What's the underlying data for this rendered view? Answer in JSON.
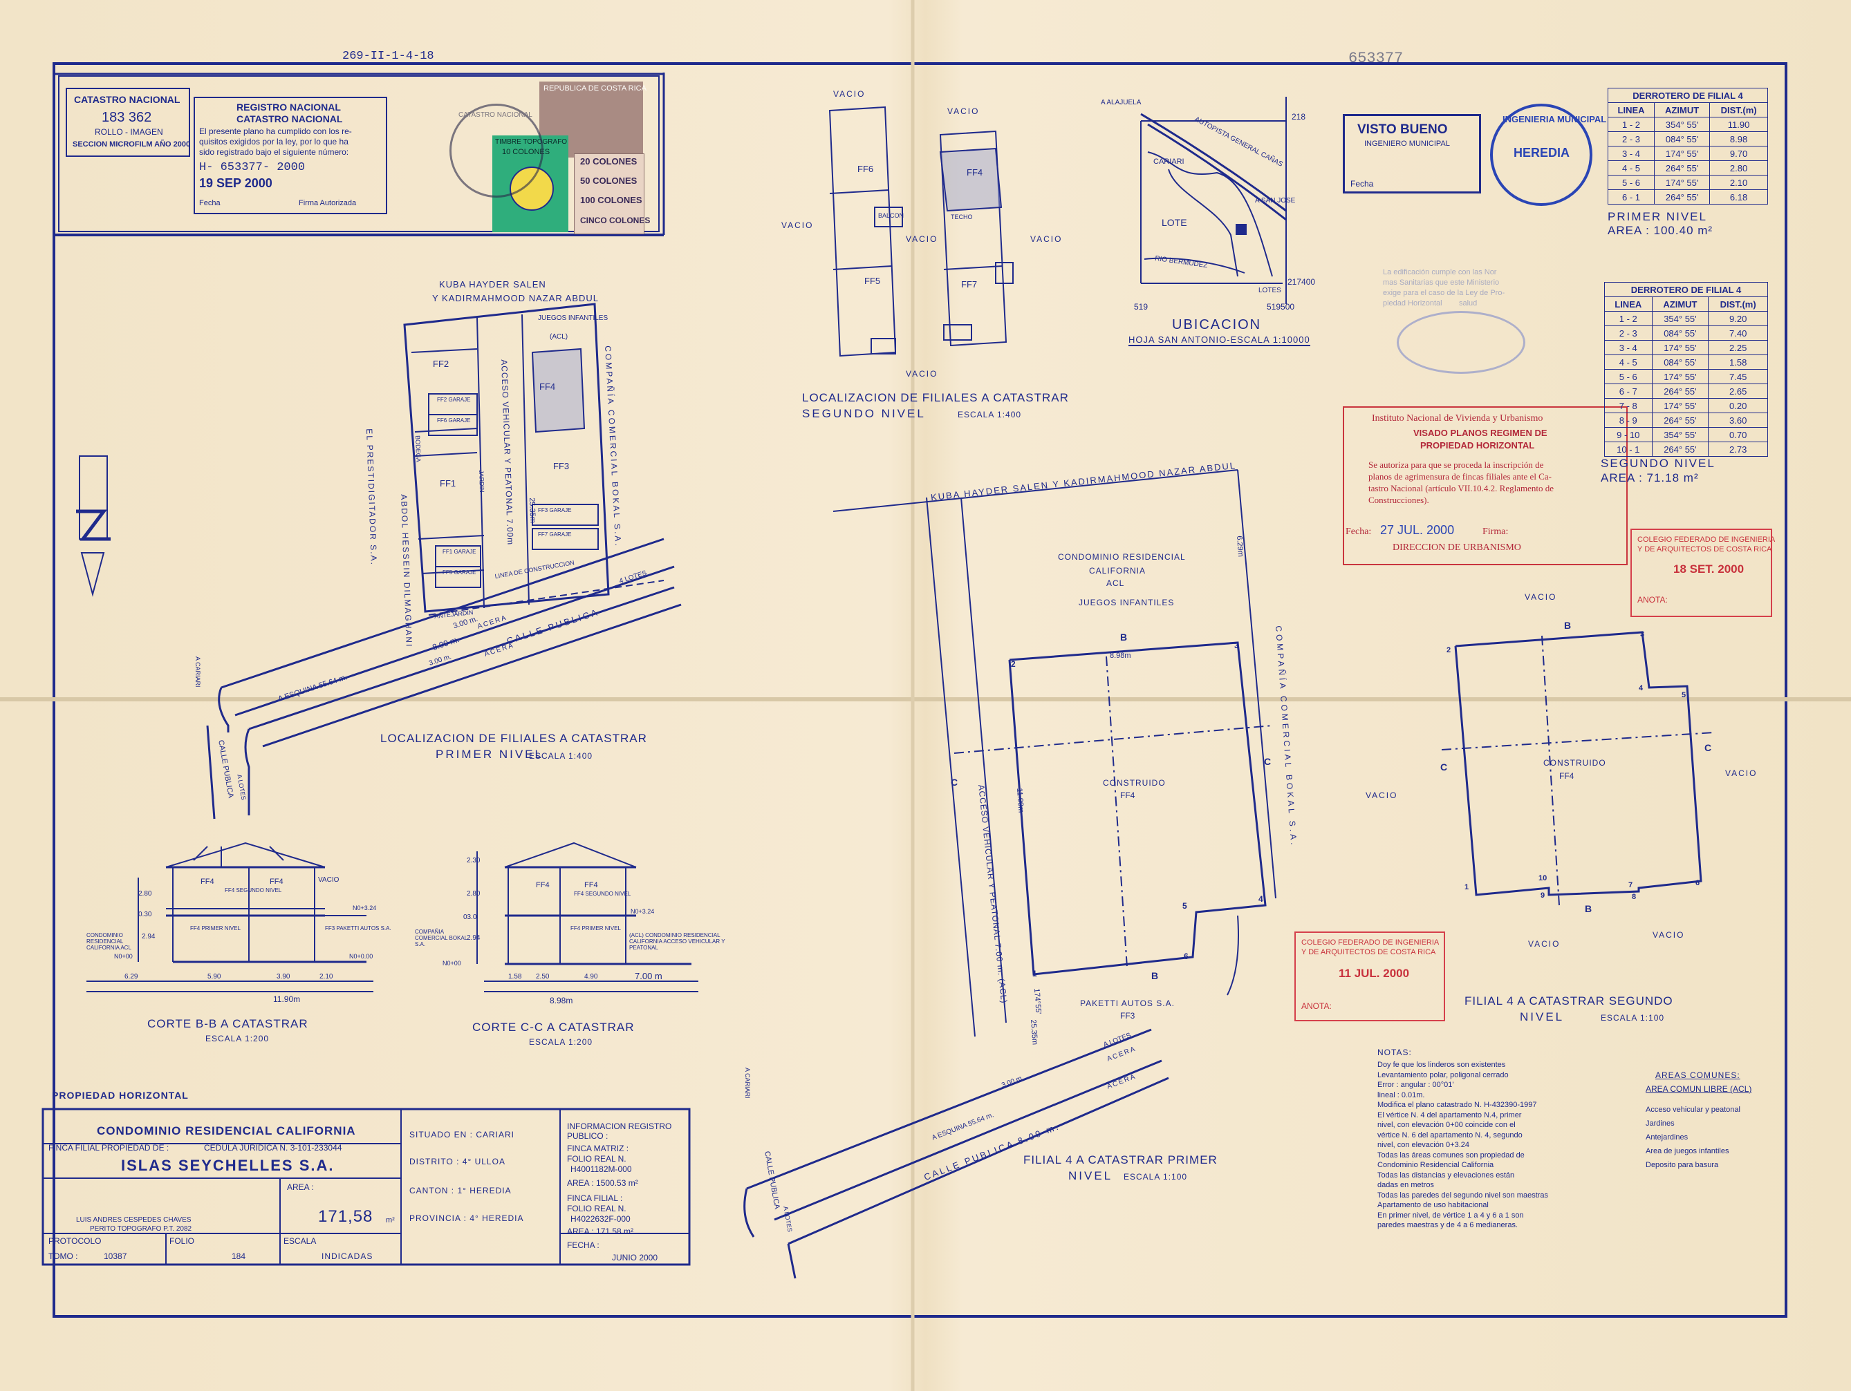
{
  "header": {
    "plan_ref": "269-II-1-4-18",
    "plan_number": "653377"
  },
  "stamps": {
    "catastro_nacional": {
      "title": "CATASTRO NACIONAL",
      "number": "183 362",
      "line1": "ROLLO - IMAGEN",
      "line2": "SECCION MICROFILM AÑO 2000"
    },
    "registro": {
      "title1": "REGISTRO NACIONAL",
      "title2": "CATASTRO NACIONAL",
      "text1": "El presente plano ha cumplido con los re-",
      "text2": "quisitos exigidos por la ley, por lo que ha",
      "text3": "sido registrado bajo el siguiente número:",
      "number": "H- 653377- 2000",
      "date": "19 SEP 2000",
      "fecha_label": "Fecha",
      "firma_label": "Firma Autorizada"
    },
    "fiscal": {
      "country": "REPUBLICA DE COSTA RICA",
      "values": [
        "20 COLONES",
        "50 COLONES",
        "100 COLONES",
        "CINCO COLONES"
      ],
      "timbre": "TIMBRE TOPOGRAFO",
      "timbre_value": "10 COLONES",
      "round": "CATASTRO NACIONAL"
    },
    "visto_bueno": {
      "title": "VISTO BUENO",
      "sub": "INGENIERO MUNICIPAL",
      "fecha": "Fecha"
    },
    "ingenieria": {
      "outer": "INGENIERIA MUNICIPAL",
      "center": "HEREDIA"
    },
    "sanitaria": {
      "line1": "La edificación cumple con las Nor",
      "line2": "mas Sanitarias que este Ministerio",
      "line3": "exige para el caso de la Ley de Pro-",
      "line4": "piedad Horizontal",
      "line5": "salud"
    },
    "invu": {
      "line1": "Instituto Nacional de Vivienda y Urbanismo",
      "line2": "VISADO PLANOS REGIMEN DE",
      "line3": "PROPIEDAD HORIZONTAL",
      "line4": "Se autoriza para que se proceda la inscripción de",
      "line5": "planos de agrimensura de fincas filiales ante el Ca-",
      "line6": "tastro Nacional (artículo VII.10.4.2. Reglamento de",
      "line7": "Construcciones).",
      "fecha_label": "Fecha:",
      "fecha": "27 JUL. 2000",
      "firma_label": "Firma:",
      "dir": "DIRECCION DE URBANISMO"
    },
    "colegio1": {
      "line1": "COLEGIO FEDERADO DE INGENIERIA",
      "line2": "Y DE ARQUITECTOS DE COSTA RICA",
      "date": "18 SET. 2000",
      "anota": "ANOTA:"
    },
    "colegio2": {
      "line1": "COLEGIO FEDERADO DE INGENIERIA",
      "line2": "Y DE ARQUITECTOS DE COSTA RICA",
      "date": "11 JUL. 2000",
      "anota": "ANOTA:"
    }
  },
  "derrotero1": {
    "title": "DERROTERO DE FILIAL 4",
    "headers": [
      "LINEA",
      "AZIMUT",
      "DIST.(m)"
    ],
    "rows": [
      [
        "1 - 2",
        "354° 55'",
        "11.90"
      ],
      [
        "2 - 3",
        "084° 55'",
        "8.98"
      ],
      [
        "3 - 4",
        "174° 55'",
        "9.70"
      ],
      [
        "4 - 5",
        "264° 55'",
        "2.80"
      ],
      [
        "5 - 6",
        "174° 55'",
        "2.10"
      ],
      [
        "6 - 1",
        "264° 55'",
        "6.18"
      ]
    ],
    "level": "PRIMER NIVEL",
    "area": "AREA : 100.40 m²"
  },
  "derrotero2": {
    "title": "DERROTERO DE FILIAL 4",
    "headers": [
      "LINEA",
      "AZIMUT",
      "DIST.(m)"
    ],
    "rows": [
      [
        "1 - 2",
        "354° 55'",
        "9.20"
      ],
      [
        "2 - 3",
        "084° 55'",
        "7.40"
      ],
      [
        "3 - 4",
        "174° 55'",
        "2.25"
      ],
      [
        "4 - 5",
        "084° 55'",
        "1.58"
      ],
      [
        "5 - 6",
        "174° 55'",
        "7.45"
      ],
      [
        "6 - 7",
        "264° 55'",
        "2.65"
      ],
      [
        "7 - 8",
        "174° 55'",
        "0.20"
      ],
      [
        "8 - 9",
        "264° 55'",
        "3.60"
      ],
      [
        "9 - 10",
        "354° 55'",
        "0.70"
      ],
      [
        "10 - 1",
        "264° 55'",
        "2.73"
      ]
    ],
    "level": "SEGUNDO NIVEL",
    "area": "AREA : 71.18 m²"
  },
  "ubicacion": {
    "title": "UBICACION",
    "sub": "HOJA SAN ANTONIO-ESCALA 1:10000",
    "road": "AUTOPISTA GENERAL CAÑAS",
    "to1": "A ALAJUELA",
    "to2": "A SAN JOSE",
    "city": "CARIARI",
    "lote": "LOTE",
    "river": "RIO BERMUDEZ",
    "lotes": "LOTES",
    "c1": "218",
    "c2": "217400",
    "c3": "519",
    "c4": "519500"
  },
  "loc2": {
    "title": "LOCALIZACION DE FILIALES A CATASTRAR",
    "level": "SEGUNDO NIVEL",
    "scale": "ESCALA 1:400",
    "vacio": "VACIO",
    "ff6": "FF6",
    "ff4": "FF4",
    "ff5": "FF5",
    "ff7": "FF7",
    "balcon": "BALCON",
    "techo": "TECHO",
    "vacio2": "VACIO"
  },
  "loc1": {
    "title": "LOCALIZACION DE FILIALES A CATASTRAR",
    "level": "PRIMER NIVEL",
    "scale": "ESCALA 1:400",
    "owner1": "KUBA HAYDER SALEN",
    "owner2": "Y  KADIRMAHMOOD NAZAR ABDUL",
    "juegos": "JUEGOS INFANTILES",
    "acl": "(ACL)",
    "left1": "EL PRESTIDIGITADOR S.A.",
    "left2": "ABDOL HESSEIN DILMAGHANI",
    "right": "COMPAÑÍA COMERCIAL BOKAL S.A.",
    "access": "ACCESO VEHICULAR Y PEATONAL 7.00m",
    "calle": "CALLE PUBLICA",
    "acera": "ACERA",
    "esquina": "A ESQUINA 55.64 m.",
    "lotes": "4 LOTES",
    "cariari": "A CARIARI",
    "calle2": "CALLE PUBLICA",
    "lotes2": "A LOTES",
    "ff": [
      "FF2",
      "FF1",
      "FF3",
      "FF4",
      "FF2 GARAJE",
      "FF6 GARAJE",
      "FF1 GARAJE",
      "FF5 GARAJE",
      "FF3 GARAJE",
      "FF7 GARAJE"
    ],
    "jardin": "JARDIN",
    "bodega": "BODEGA",
    "antejardin": "ANTEJARDIN",
    "linea": "LINEA DE CONSTRUCCION",
    "d1": "3.00 m.",
    "d2": "8.00 m.",
    "d3": "25.35m"
  },
  "cortes": {
    "bb": {
      "title": "CORTE B-B  A CATASTRAR",
      "scale": "ESCALA 1:200",
      "dims": [
        "6.29",
        "5.90",
        "3.90",
        "2.10"
      ],
      "total": "11.90m",
      "heights": [
        "2.80",
        "0.30",
        "2.94"
      ],
      "labels": [
        "FF4",
        "FF4 SEGUNDO NIVEL",
        "FF4 PRIMER NIVEL",
        "FF3 PAKETTI AUTOS S.A.",
        "CONDOMINIO RESIDENCIAL CALIFORNIA ACL",
        "VACIO",
        "N0+3.24",
        "N0+0.00",
        "N0+00"
      ]
    },
    "cc": {
      "title": "CORTE C-C  A CATASTRAR",
      "scale": "ESCALA 1:200",
      "dims": [
        "1.58",
        "2.50",
        "4.90",
        "7.00 m"
      ],
      "total": "8.98m",
      "heights": [
        "2.30",
        "2.80",
        "03.0",
        "2.94"
      ],
      "labels": [
        "FF4",
        "FF4 SEGUNDO NIVEL",
        "FF4 PRIMER NIVEL",
        "COMPAÑIA COMERCIAL BOKAL S.A.",
        "(ACL) CONDOMINIO RESIDENCIAL CALIFORNIA ACCESO VEHICULAR Y PEATONAL",
        "N0+3.24",
        "N0+00"
      ]
    }
  },
  "filial1": {
    "title": "FILIAL 4 A CATASTRAR PRIMER",
    "title2": "NIVEL",
    "scale": "ESCALA 1:100",
    "owner": "KUBA HAYDER SALEN   Y   KADIRMAHMOOD NAZAR ABDUL",
    "condo1": "CONDOMINIO RESIDENCIAL",
    "condo2": "CALIFORNIA",
    "condo3": "ACL",
    "condo4": "JUEGOS INFANTILES",
    "right": "COMPAÑÍA COMERCIAL BOKAL S.A.",
    "construido": "CONSTRUIDO",
    "ff4": "FF4",
    "paketti": "PAKETTI AUTOS S.A.",
    "ff3": "FF3",
    "access": "ACCESO VEHICULAR Y PEATONAL 7.00 m. (ACL)",
    "calle": "CALLE PUBLICA 8.00 m.",
    "acera": "ACERA",
    "lotes": "A LOTES",
    "esquina": "A ESQUINA 55.64 m.",
    "cariari": "A CARIARI",
    "calle2": "CALLE PUBLICA",
    "lotes2": "A LOTES",
    "d898": "8.98m",
    "d1190": "11.90m",
    "d629": "6.29m",
    "d2535": "25.35m",
    "d300": "3.00 m.",
    "az": "174°55'",
    "pts": [
      "1",
      "2",
      "3",
      "4",
      "5",
      "6"
    ],
    "sec_b": "B",
    "sec_c": "C"
  },
  "filial2": {
    "title": "FILIAL 4 A CATASTRAR SEGUNDO",
    "title2": "NIVEL",
    "scale": "ESCALA 1:100",
    "vacio": "VACIO",
    "construido": "CONSTRUIDO",
    "ff4": "FF4",
    "pts": [
      "1",
      "2",
      "3",
      "4",
      "5",
      "6",
      "7",
      "8",
      "9",
      "10"
    ],
    "sec_b": "B",
    "sec_c": "C"
  },
  "notas": {
    "title": "NOTAS:",
    "items": [
      "Doy fe que los linderos son existentes",
      "Levantamiento polar, poligonal cerrado",
      "Error : angular : 00°01'",
      "lineal : 0.01m.",
      "Modifica el plano catastrado N. H-432390-1997",
      "El vértice N. 4 del apartamento N.4, primer",
      "nivel, con elevación 0+00 coincide con el",
      "vértice N. 6 del apartamento N. 4, segundo",
      "nivel, con elevación 0+3.24",
      "Todas las áreas comunes son propiedad de",
      "Condominio Residencial California",
      "Todas las distancias y elevaciones están",
      "dadas en metros",
      "Todas las paredes del segundo nivel son maestras",
      "Apartamento de uso habitacional",
      "En primer nivel, de vértice 1 a 4 y 6 a 1 son",
      "paredes maestras y de 4 a 6 medianeras."
    ]
  },
  "areas": {
    "title": "AREAS COMUNES:",
    "sub": "AREA COMUN LIBRE (ACL)",
    "items": [
      "Acceso vehicular y peatonal",
      "Jardines",
      "Antejardines",
      "Area de juegos infantiles",
      "Deposito para basura"
    ]
  },
  "titleblock": {
    "prop": "PROPIEDAD HORIZONTAL",
    "condo": "CONDOMINIO RESIDENCIAL CALIFORNIA",
    "finca_label": "FINCA FILIAL PROPIEDAD DE :",
    "cedula": "CEDULA JURIDICA N. 3-101-233044",
    "owner": "ISLAS SEYCHELLES S.A.",
    "surveyor1": "LUIS ANDRES CESPEDES CHAVES",
    "surveyor2": "PERITO TOPOGRAFO P.T. 2082",
    "area_label": "AREA :",
    "area": "171,58",
    "area_unit": "m²",
    "protocolo": "PROTOCOLO",
    "tomo": "TOMO :",
    "tomo_val": "10387",
    "folio": "FOLIO",
    "folio_val": "184",
    "escala": "ESCALA",
    "escala_val": "INDICADAS",
    "situado": "SITUADO EN : CARIARI",
    "distrito": "DISTRITO  :  4° ULLOA",
    "canton": "CANTON  :  1° HEREDIA",
    "provincia": "PROVINCIA : 4° HEREDIA",
    "info1": "INFORMACION REGISTRO",
    "info2": "PUBLICO :",
    "fm": "FINCA MATRIZ :",
    "fm1": "FOLIO REAL N.",
    "fm2": "H4001182M-000",
    "fm3": "AREA : 1500.53 m²",
    "ff": "FINCA FILIAL :",
    "ff1": "FOLIO REAL N.",
    "ff2": "H4022632F-000",
    "ff3": "AREA : 171.58 m²",
    "fecha": "FECHA :",
    "fecha_val": "JUNIO 2000"
  }
}
